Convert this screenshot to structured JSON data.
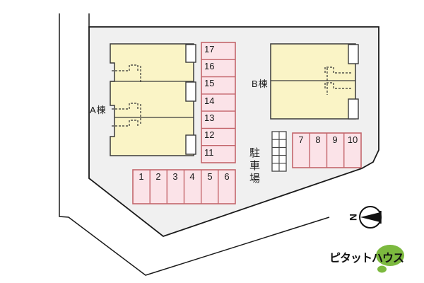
{
  "plan": {
    "building_a_label": "A棟",
    "building_b_label": "B棟",
    "parking_area_label": "駐車場",
    "compass_north_label": "N",
    "stalls_left_column": [
      "17",
      "16",
      "15",
      "14",
      "13",
      "12",
      "11"
    ],
    "stalls_bottom_row": [
      "1",
      "2",
      "3",
      "4",
      "5",
      "6"
    ],
    "stalls_right_row": [
      "7",
      "8",
      "9",
      "10"
    ]
  },
  "branding": {
    "logo_text": "ピタットハウス"
  },
  "colors": {
    "site_fill": "#f0f0f0",
    "building_fill": "#faf4c6",
    "stall_fill": "#fbe3e8",
    "stall_border": "#c4666c",
    "balcony_fill": "#ffffff",
    "line_dark": "#1a1a1a",
    "logo_green": "#7cb93f"
  }
}
